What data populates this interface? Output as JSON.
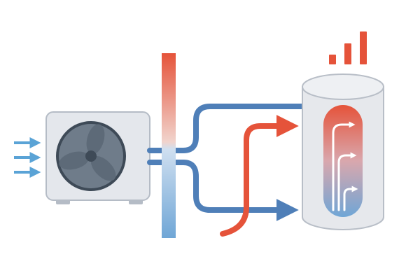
{
  "diagram": {
    "colors": {
      "hot": "#e5533a",
      "cold": "#4f7fb8",
      "cold_light": "#6fa6d6",
      "unit_body": "#e4e7ec",
      "unit_border": "#b5bcc6",
      "fan_blade": "#5d6a78",
      "fan_housing": "#3e4a57",
      "tank_body": "#e6e8ec",
      "tank_border": "#b8bec7",
      "intake_arrow": "#5aa3d6"
    },
    "icons": {
      "outdoor_unit": "heat-pump-outdoor-unit-icon",
      "fan": "fan-icon",
      "wall": "wall-temperature-gradient-icon",
      "tank": "hot-water-tank-icon",
      "signal": "bar-chart-icon",
      "airflow": "airflow-arrow-icon"
    },
    "tank_levels": 3,
    "signal_bar_count": 3,
    "intake_arrow_count": 3
  }
}
